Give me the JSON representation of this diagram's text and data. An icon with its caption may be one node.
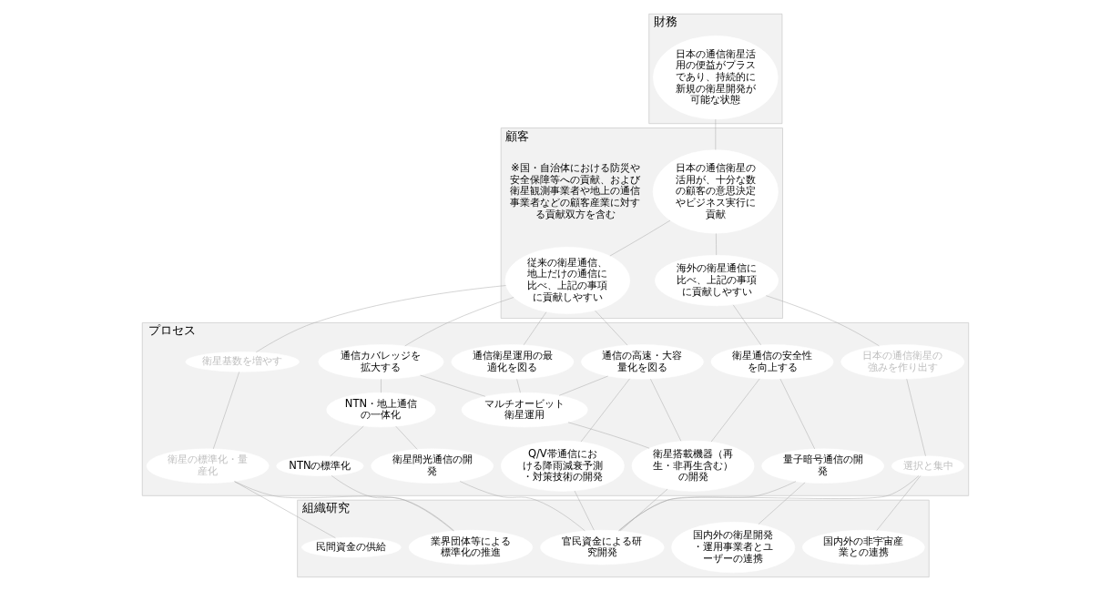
{
  "diagram": {
    "nodes": [
      {
        "text": [
          "財務"
        ]
      },
      {
        "text": [
          "日本の通信衛星活用の便益がプラスであり、持続的に新規の衛星開発が可能な状態"
        ],
        "in": 0
      },
      {
        "text": [
          "顧客"
        ]
      },
      {
        "text": [
          "日本の通信衛星の活用が、十分な数の顧客の意思決定やビジネス実行に貢献"
        ],
        "in": 2
      },
      {
        "text": [
          "従来の衛星通信、地上だけの通信に比べ、上記の事項に貢献しやすい"
        ],
        "in": 2
      },
      {
        "text": [
          "海外の衛星通信に比べ、上記の事項に貢献しやすい"
        ],
        "in": 2
      },
      {
        "text": [
          "プロセス"
        ]
      },
      {
        "text": [
          "衛星基数を増やす"
        ],
        "in": 6
      },
      {
        "text": [
          "通信カバレッジを拡大する"
        ],
        "in": 6
      },
      {
        "text": [
          "通信衛星運用の最適化を図る"
        ],
        "in": 6
      },
      {
        "text": [
          "通信の高速・大容量化を図る"
        ],
        "in": 6
      },
      {
        "text": [
          "衛星通信の安全性を向上する"
        ],
        "in": 6
      },
      {
        "text": [
          "日本の通信衛星の強みを作り出す"
        ],
        "in": 6
      },
      {
        "text": [
          "NTN・地上通信の一体化"
        ],
        "in": 6
      },
      {
        "text": [
          "マルチオービット衛星運用"
        ],
        "in": 6
      },
      {
        "text": [
          "衛星の標準化・量産化"
        ],
        "in": 6
      },
      {
        "text": [
          "NTNの標準化"
        ],
        "in": 6
      },
      {
        "text": [
          "衛星間光通信の開発"
        ],
        "in": 6
      },
      {
        "text": [
          "衛星搭載機器（再生・非再生含む）の開発"
        ],
        "in": 6
      },
      {
        "text": [
          "Q/V帯通信における降雨減衰予測・対策技術の開発"
        ],
        "in": 6
      },
      {
        "text": [
          "量子暗号通信の開発"
        ],
        "in": 6
      },
      {
        "text": [
          "選択と集中"
        ],
        "in": 6
      },
      {
        "text": [
          "組織研究"
        ]
      },
      {
        "text": [
          "民間資金の供給"
        ],
        "in": 22
      },
      {
        "text": [
          "業界団体等による標準化の推進"
        ],
        "in": 22
      },
      {
        "text": [
          "官民資金による研究開発"
        ],
        "in": 22
      },
      {
        "text": [
          "国内外の衛星開発・運用事業者とユーザーの連携"
        ],
        "in": 22
      },
      {
        "text": [
          "国内外の非宇宙産業との連携"
        ],
        "in": 22
      }
    ],
    "edges": [
      {
        "from": 1,
        "to": 3,
        "arrow": "none"
      },
      {
        "from": 3,
        "to": 4,
        "arrow": "none"
      },
      {
        "from": 3,
        "to": 5,
        "arrow": "none"
      },
      {
        "from": 4,
        "to": 7,
        "arrow": "none"
      },
      {
        "from": 4,
        "to": 8,
        "arrow": "none"
      },
      {
        "from": 4,
        "to": 9,
        "arrow": "none"
      },
      {
        "from": 4,
        "to": 10,
        "arrow": "none"
      },
      {
        "from": 5,
        "to": 11,
        "arrow": "none"
      },
      {
        "from": 5,
        "to": 12,
        "arrow": "none"
      },
      {
        "from": 7,
        "to": 15,
        "arrow": "none"
      },
      {
        "from": 8,
        "to": 13,
        "arrow": "none"
      },
      {
        "from": 8,
        "to": 14,
        "arrow": "none"
      },
      {
        "from": 9,
        "to": 14,
        "arrow": "none"
      },
      {
        "from": 10,
        "to": 14,
        "arrow": "none"
      },
      {
        "from": 10,
        "to": 18,
        "arrow": "none"
      },
      {
        "from": 10,
        "to": 19,
        "arrow": "none"
      },
      {
        "from": 11,
        "to": 18,
        "arrow": "none"
      },
      {
        "from": 11,
        "to": 20,
        "arrow": "none"
      },
      {
        "from": 12,
        "to": 21,
        "arrow": "none"
      },
      {
        "from": 13,
        "to": 16,
        "arrow": "none"
      },
      {
        "from": 13,
        "to": 17,
        "arrow": "none"
      },
      {
        "from": 14,
        "to": 18,
        "arrow": "none"
      },
      {
        "from": 15,
        "to": 23,
        "arrow": "none"
      },
      {
        "from": 15,
        "to": 24,
        "arrow": "none"
      },
      {
        "from": 16,
        "to": 24,
        "arrow": "none"
      },
      {
        "from": 17,
        "to": 25,
        "arrow": "none"
      },
      {
        "from": 18,
        "to": 25,
        "arrow": "none"
      },
      {
        "from": 19,
        "to": 25,
        "arrow": "none"
      },
      {
        "from": 20,
        "to": 25,
        "arrow": "none"
      },
      {
        "from": 21,
        "to": 25,
        "arrow": "none"
      },
      {
        "from": 20,
        "to": 26,
        "arrow": "none"
      },
      {
        "from": 21,
        "to": 27,
        "arrow": "none"
      }
    ],
    "labels": [
      "※国・自治体における防災や安全保障等への貢献、および衛星観測事業者や地上の通信事業者などの顧客産業に対する貢献双方を含む"
    ]
  }
}
